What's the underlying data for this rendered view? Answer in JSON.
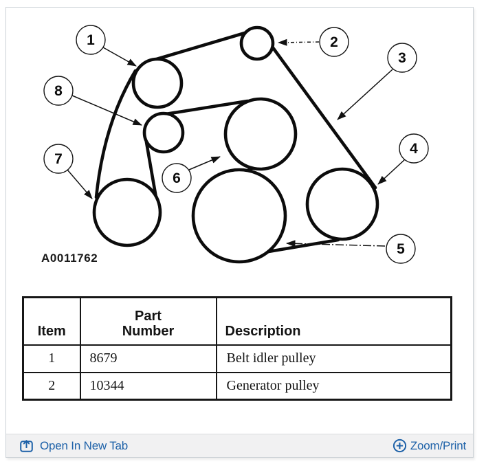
{
  "diagram": {
    "figure_code": "A0011762",
    "callouts": [
      {
        "label": "1"
      },
      {
        "label": "2"
      },
      {
        "label": "3"
      },
      {
        "label": "4"
      },
      {
        "label": "5"
      },
      {
        "label": "6"
      },
      {
        "label": "7"
      },
      {
        "label": "8"
      }
    ]
  },
  "table": {
    "headers": {
      "item": "Item",
      "part_number": "Part\nNumber",
      "description": "Description"
    },
    "rows": [
      {
        "item": "1",
        "part_number": "8679",
        "description": "Belt idler pulley"
      },
      {
        "item": "2",
        "part_number": "10344",
        "description": "Generator pulley"
      }
    ]
  },
  "footer": {
    "open_in_new_tab_label": "Open In New Tab",
    "zoom_print_label": "Zoom/Print"
  },
  "colors": {
    "link_blue": "#1d61a8",
    "footer_bar": "#f1f1f2",
    "ink": "#161616"
  }
}
